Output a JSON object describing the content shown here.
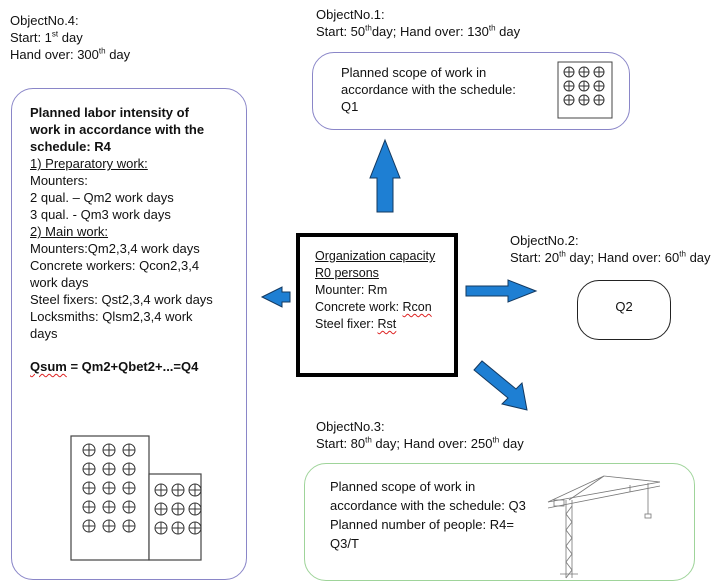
{
  "object4": {
    "title": "ObjectNo.4:",
    "start_prefix": "Start: 1",
    "start_sup": "st",
    "start_suffix": " day",
    "handover_prefix": "Hand over: 300",
    "handover_sup": "th",
    "handover_suffix": " day",
    "box": {
      "heading_line1": "Planned labor intensity of",
      "heading_line2": "work in accordance with the",
      "heading_line3": "schedule: R4",
      "prep_title": "1) Preparatory work:",
      "mounters": "Mounters:",
      "qual2": "2 qual. – Qm2  work days",
      "qual3": "3 qual. - Qm3  work days",
      "main_title": "2) Main work:",
      "mounters_main": "Mounters:Qm2,3,4  work days",
      "concrete_line1": "Concrete workers:  Qcon2,3,4",
      "concrete_line2": "work days",
      "steel": "Steel fixers: Qst2,3,4 work days",
      "locksmiths_line1": "Locksmiths: Qlsm2,3,4 work",
      "locksmiths_line2": "days",
      "qsum_word": "Qsum",
      "qsum_rest": " = Qm2+Qbet2+...=Q4"
    }
  },
  "object1": {
    "title": "ObjectNo.1:",
    "schedule_a": "Start: 50",
    "sup_a": "th",
    "schedule_b": "day;  Hand over:  130",
    "sup_b": "th",
    "schedule_c": " day",
    "box_line1": "Planned scope of work in",
    "box_line2": "accordance with the schedule:",
    "box_line3": "Q1"
  },
  "object2": {
    "title": "ObjectNo.2:",
    "schedule_a": "Start: 20",
    "sup_a": "th",
    "schedule_b": " day; Hand over: 60",
    "sup_b": "th",
    "schedule_c": " day",
    "box_label": "Q2"
  },
  "object3": {
    "title": "ObjectNo.3:",
    "schedule_a": "Start: 80",
    "sup_a": "th",
    "schedule_b": " day;  Hand over:  250",
    "sup_b": "th",
    "schedule_c": " day",
    "box_line1": "Planned scope of work in",
    "box_line2": "accordance with the schedule: Q3",
    "box_line3": "Planned number of people:  R4=",
    "box_line4": "Q3/T"
  },
  "center": {
    "title": "Organization capacity",
    "subtitle": "R0 persons",
    "mounter": "Mounter: Rm",
    "concrete_prefix": "Concrete work: ",
    "concrete_var": "Rcon",
    "steel_prefix": "Steel fixer: ",
    "steel_var": "Rst"
  },
  "colors": {
    "box_border": "#8a86c8",
    "green_border": "#9fd49a",
    "arrow_fill": "#1e7fd3",
    "arrow_stroke": "#13385f",
    "center_border": "#000000"
  },
  "icons": [
    "building-icon",
    "window-grid-icon",
    "tower-crane-icon",
    "arrow-up-icon",
    "arrow-left-icon",
    "arrow-right-icon",
    "arrow-down-right-icon"
  ]
}
